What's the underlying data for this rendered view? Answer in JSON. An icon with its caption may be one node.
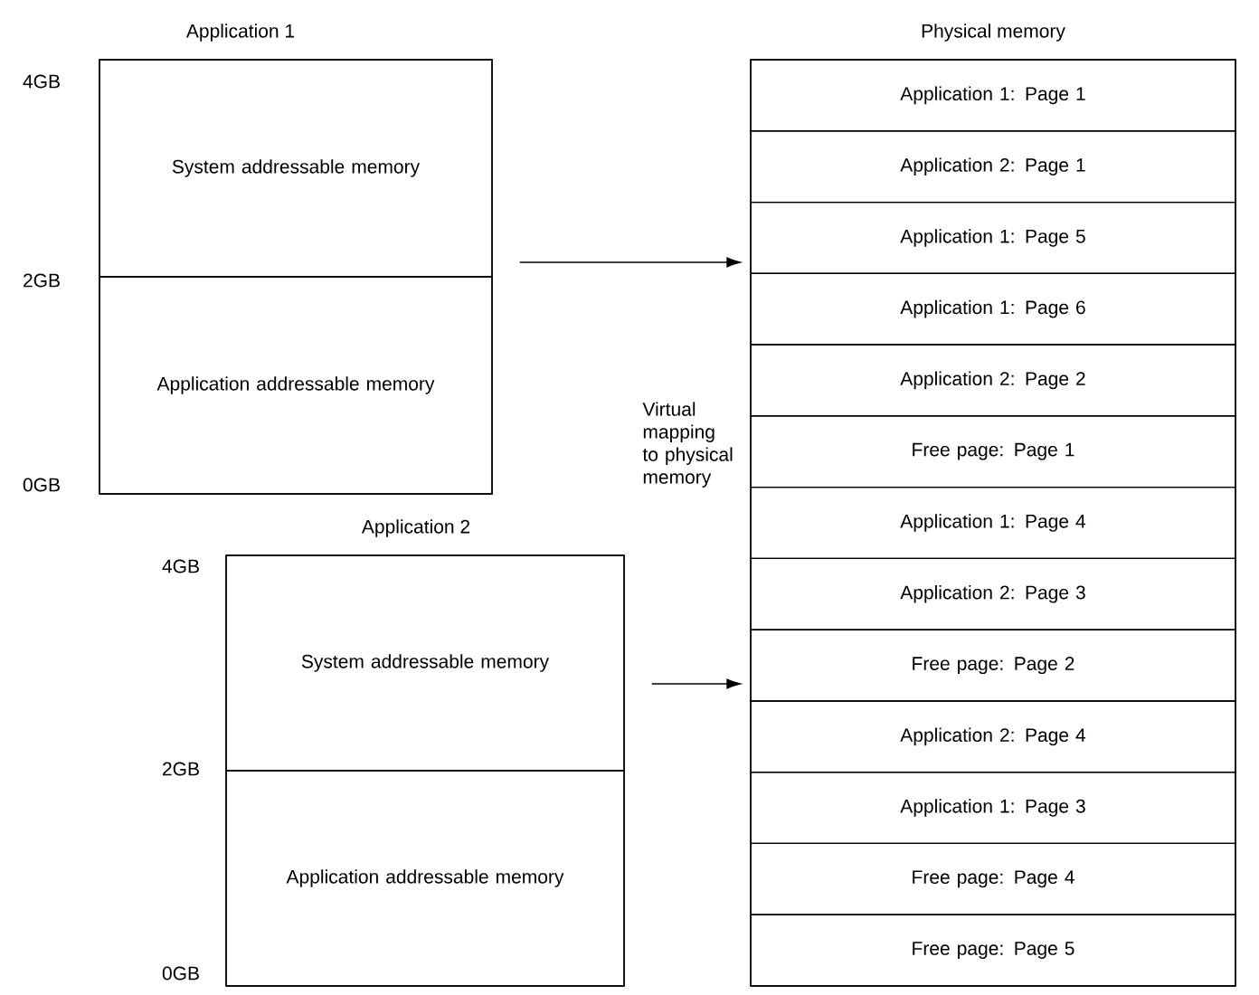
{
  "diagram": {
    "nodes": [
      {
        "text": [
          "Application 1"
        ]
      },
      {
        "text": [
          "System addressable memory"
        ],
        "in": 0
      },
      {
        "text": [
          "Application addressable memory"
        ],
        "in": 0
      },
      {
        "text": [
          "Application 2"
        ]
      },
      {
        "text": [
          "System addressable memory"
        ],
        "in": 3
      },
      {
        "text": [
          "Application addressable memory"
        ],
        "in": 3
      },
      {
        "text": [
          "Physical memory"
        ]
      },
      {
        "text": [
          "Application 1: Page 1"
        ],
        "in": 6
      },
      {
        "text": [
          "Application 2: Page 1"
        ],
        "in": 6
      },
      {
        "text": [
          "Application 1: Page 5"
        ],
        "in": 6
      },
      {
        "text": [
          "Application 1: Page 6"
        ],
        "in": 6
      },
      {
        "text": [
          "Application 2: Page 2"
        ],
        "in": 6
      },
      {
        "text": [
          "Free page: Page 1"
        ],
        "in": 6
      },
      {
        "text": [
          "Application 1: Page 4"
        ],
        "in": 6
      },
      {
        "text": [
          "Application 2: Page 3"
        ],
        "in": 6
      },
      {
        "text": [
          "Free page: Page 2"
        ],
        "in": 6
      },
      {
        "text": [
          "Application 2: Page 4"
        ],
        "in": 6
      },
      {
        "text": [
          "Application 1: Page 3"
        ],
        "in": 6
      },
      {
        "text": [
          "Free page: Page 4"
        ],
        "in": 6
      },
      {
        "text": [
          "Free page: Page 5"
        ],
        "in": 6
      }
    ],
    "edges": [
      {
        "from": 0,
        "to": 6,
        "arrow": "to"
      },
      {
        "from": 3,
        "to": 6,
        "arrow": "to"
      }
    ],
    "labels": [
      "4GB",
      "2GB",
      "0GB",
      "Virtual mapping to physical memory",
      "4GB",
      "2GB",
      "0GB"
    ]
  }
}
